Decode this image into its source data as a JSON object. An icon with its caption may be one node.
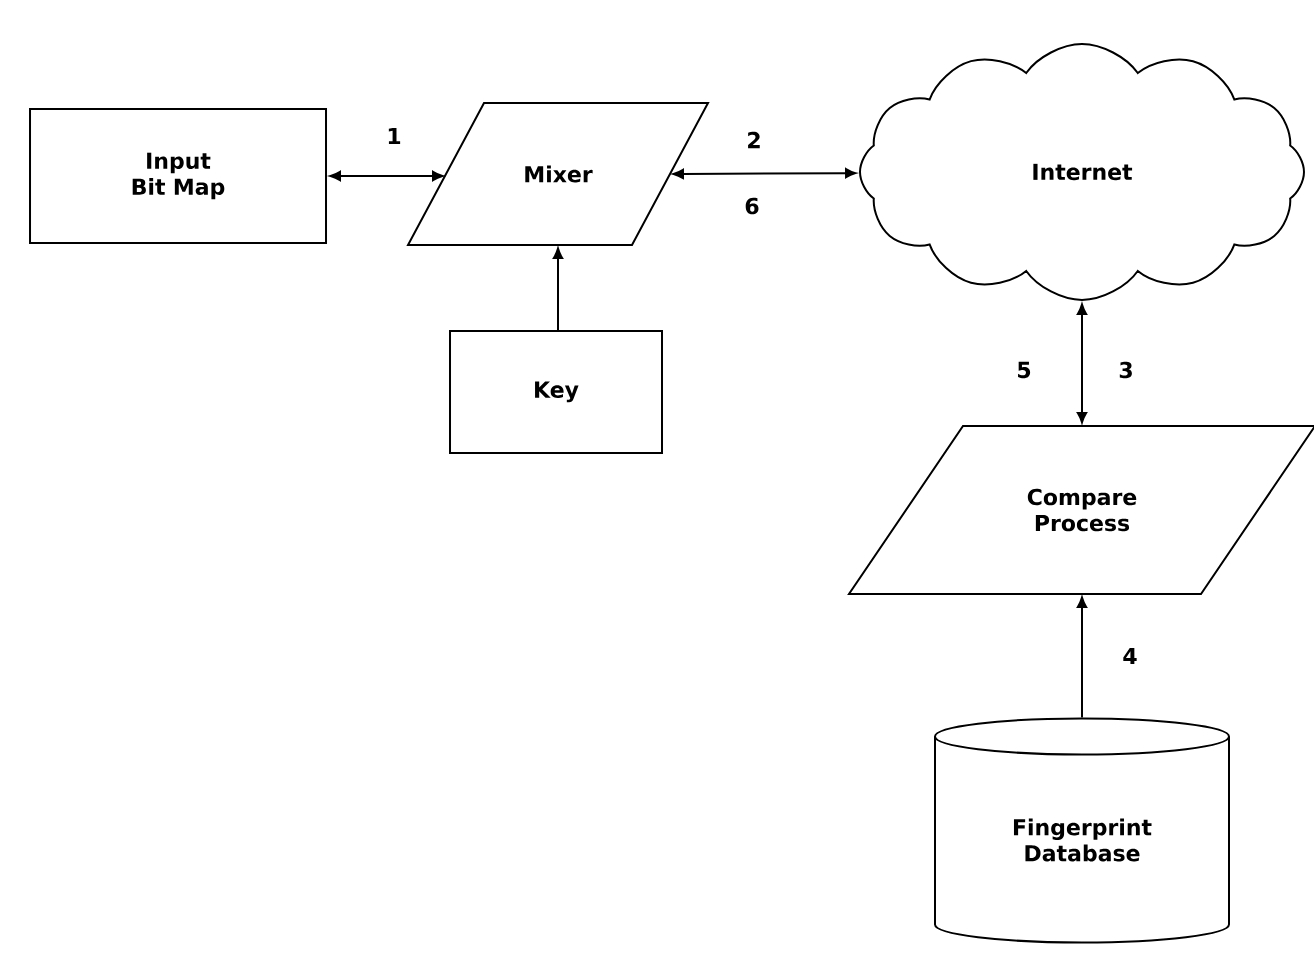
{
  "diagram": {
    "nodes": [
      {
        "text": [
          "Input Bit Map"
        ]
      },
      {
        "text": [
          "Mixer"
        ]
      },
      {
        "text": [
          "Internet"
        ]
      },
      {
        "text": [
          "Key"
        ]
      },
      {
        "text": [
          "Compare Process"
        ]
      },
      {
        "text": [
          "Fingerprint Database"
        ]
      }
    ],
    "edges": [
      {
        "from": 0,
        "to": 1,
        "arrow": "both",
        "label": "1"
      },
      {
        "from": 1,
        "to": 2,
        "arrow": "both",
        "label": "2"
      },
      {
        "from": 3,
        "to": 1,
        "arrow": "to"
      },
      {
        "from": 2,
        "to": 4,
        "arrow": "both",
        "label": "3"
      },
      {
        "from": 5,
        "to": 4,
        "arrow": "to",
        "label": "4"
      }
    ],
    "labels": [
      "6",
      "5"
    ]
  }
}
